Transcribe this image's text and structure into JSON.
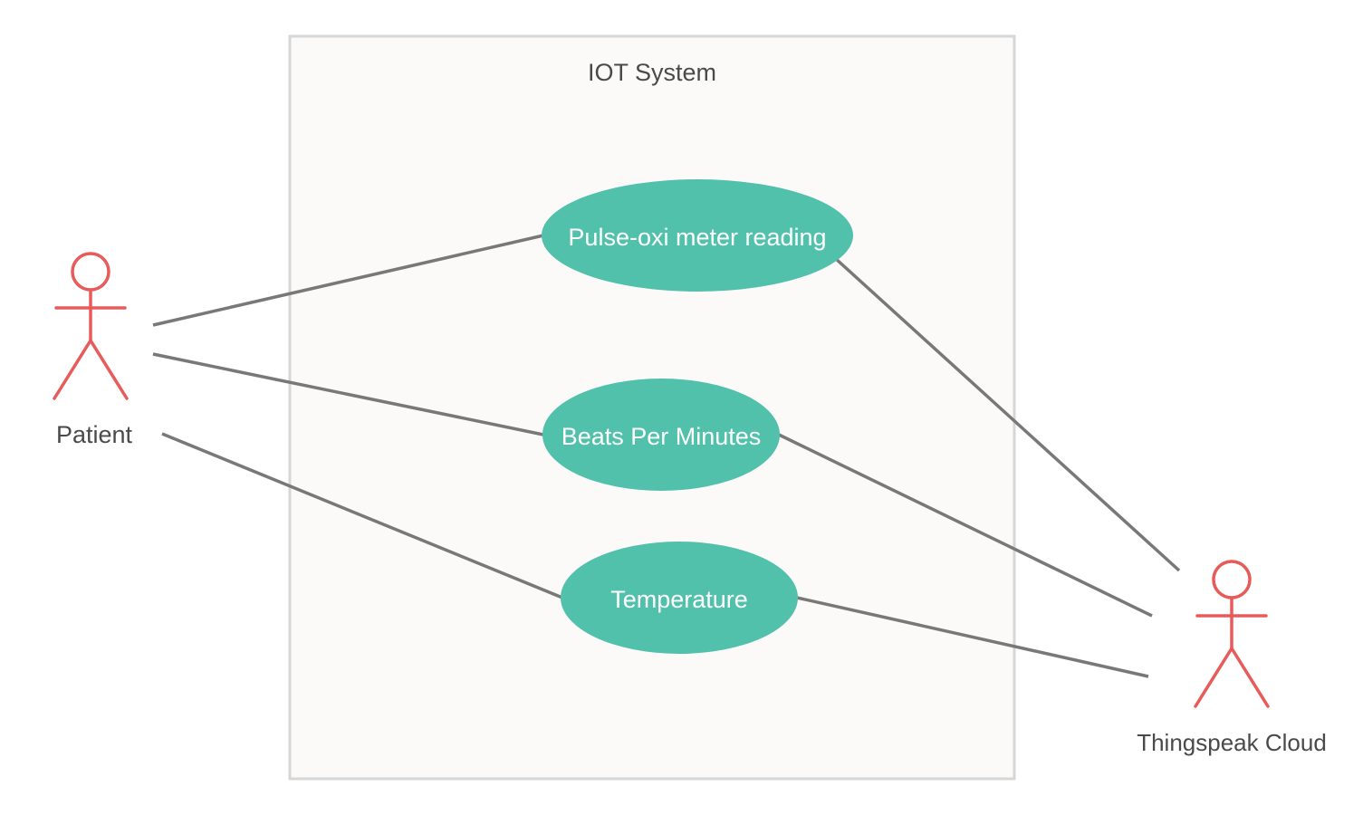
{
  "colors": {
    "system_fill": "#fbfaf9",
    "system_border": "#d6d6d6",
    "usecase_fill": "#52c1ab",
    "usecase_text": "#ffffff",
    "actor_stroke": "#e85b5b",
    "connector": "#7a7877",
    "text": "#4a4a4a"
  },
  "system": {
    "title": "IOT System"
  },
  "actors": {
    "patient": {
      "name": "Patient"
    },
    "cloud": {
      "name": "Thingspeak Cloud"
    }
  },
  "use_cases": {
    "pulse": {
      "label": "Pulse-oxi meter reading"
    },
    "bpm": {
      "label": "Beats Per Minutes"
    },
    "temperature": {
      "label": "Temperature"
    }
  }
}
